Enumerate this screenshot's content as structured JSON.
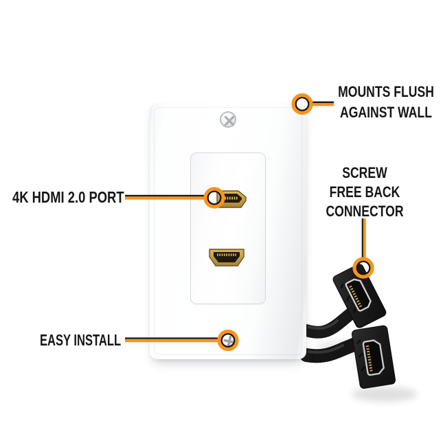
{
  "infographic": {
    "callouts": {
      "mounts_flush": {
        "lines": [
          "MOUNTS FLUSH",
          "AGAINST WALL"
        ]
      },
      "hdmi_port": {
        "label": "4K HDMI 2.0 PORT"
      },
      "screw_free": {
        "lines": [
          "SCREW",
          "FREE BACK",
          "CONNECTOR"
        ]
      },
      "easy_install": {
        "label": "EASY INSTALL"
      }
    },
    "colors": {
      "accent_orange": "#F7941E",
      "label_text": "#161616",
      "hdmi_gold": "#C79F45",
      "connector_black": "#1B1B1B"
    }
  }
}
